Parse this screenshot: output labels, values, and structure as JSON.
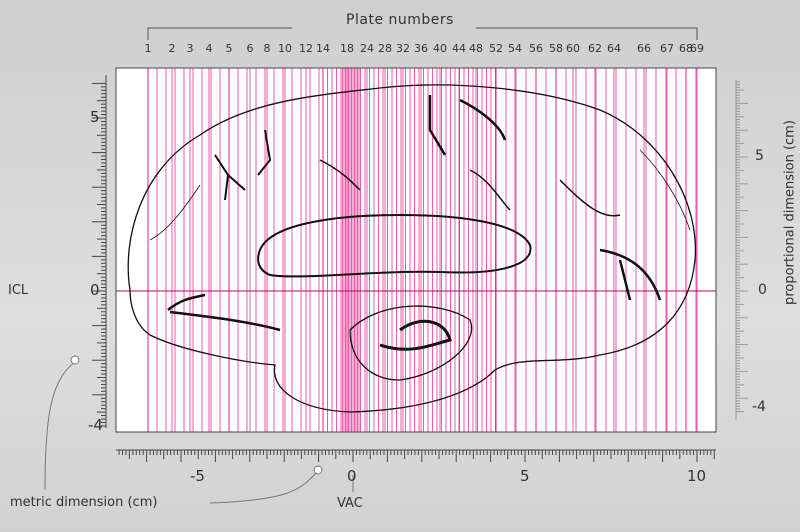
{
  "title": "Plate numbers",
  "plates": [
    "1",
    "2",
    "3",
    "4",
    "5",
    "6",
    "8",
    "10",
    "12",
    "14",
    "18",
    "24",
    "28",
    "32",
    "36",
    "40",
    "44",
    "48",
    "52",
    "54",
    "56",
    "58",
    "60",
    "62",
    "64",
    "66",
    "67",
    "68",
    "69"
  ],
  "left_axis": {
    "ticks": [
      "5",
      "0",
      "-4"
    ],
    "zero_label": "ICL"
  },
  "bottom_axis": {
    "ticks": [
      "-5",
      "0",
      "5",
      "10"
    ],
    "zero_label": "VAC",
    "label": "metric dimension (cm)"
  },
  "right_axis": {
    "ticks": [
      "5",
      "0",
      "-4"
    ],
    "label": "proportional dimension (cm)"
  },
  "colors": {
    "plate_line": "#e0007a",
    "icl_line": "#c0006a"
  }
}
